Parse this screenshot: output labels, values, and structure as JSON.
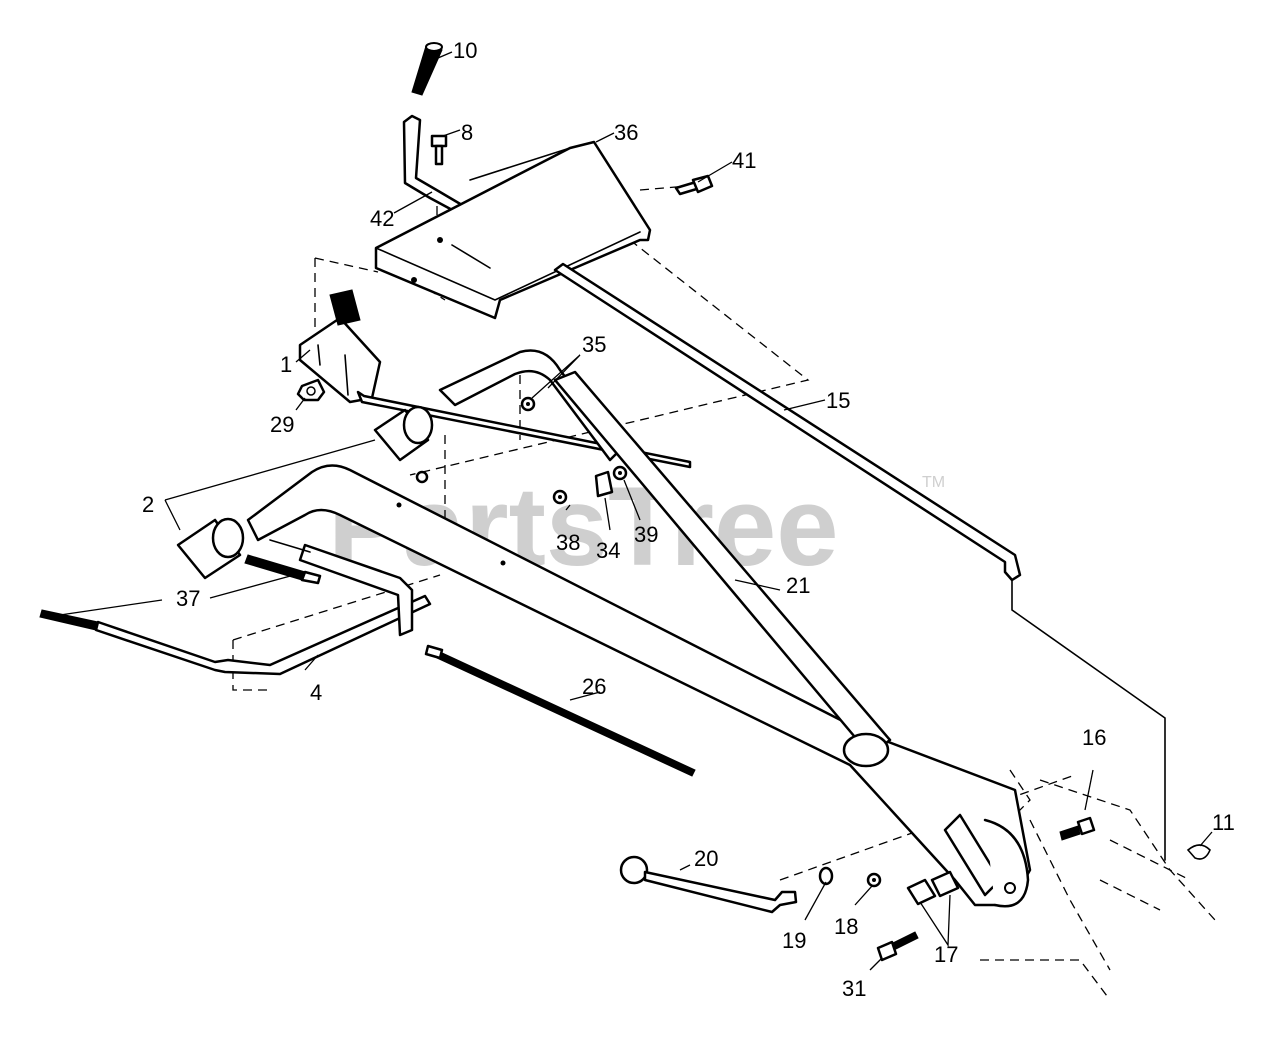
{
  "watermark": {
    "text": "PartsTree",
    "trademark": "TM"
  },
  "callouts": [
    {
      "id": "c10",
      "label": "10"
    },
    {
      "id": "c8",
      "label": "8"
    },
    {
      "id": "c36",
      "label": "36"
    },
    {
      "id": "c41",
      "label": "41"
    },
    {
      "id": "c42",
      "label": "42"
    },
    {
      "id": "c1",
      "label": "1"
    },
    {
      "id": "c29",
      "label": "29"
    },
    {
      "id": "c35",
      "label": "35"
    },
    {
      "id": "c15",
      "label": "15"
    },
    {
      "id": "c2",
      "label": "2"
    },
    {
      "id": "c38",
      "label": "38"
    },
    {
      "id": "c34",
      "label": "34"
    },
    {
      "id": "c39",
      "label": "39"
    },
    {
      "id": "c37",
      "label": "37"
    },
    {
      "id": "c21",
      "label": "21"
    },
    {
      "id": "c4",
      "label": "4"
    },
    {
      "id": "c26",
      "label": "26"
    },
    {
      "id": "c16",
      "label": "16"
    },
    {
      "id": "c11",
      "label": "11"
    },
    {
      "id": "c20",
      "label": "20"
    },
    {
      "id": "c19",
      "label": "19"
    },
    {
      "id": "c18",
      "label": "18"
    },
    {
      "id": "c17",
      "label": "17"
    },
    {
      "id": "c31",
      "label": "31"
    }
  ]
}
